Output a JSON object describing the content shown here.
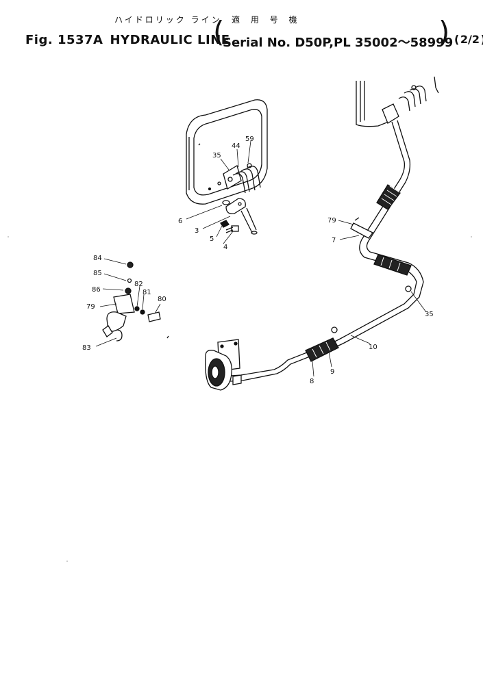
{
  "header": {
    "jp_title": "ハイドロリック ライン",
    "jp_sub": "適 用 号 機",
    "fig_label": "Fig. 1537A",
    "title": "HYDRAULIC LINE",
    "serial": "Serial No. D50P,PL 35002～58999",
    "sheet": "2/2"
  },
  "labels": {
    "l35a": "35",
    "l44": "44",
    "l59": "59",
    "l6": "6",
    "l3": "3",
    "l5": "5",
    "l4": "4",
    "l79a": "79",
    "l7": "7",
    "l35b": "35",
    "l10": "10",
    "l8": "8",
    "l9": "9",
    "l84": "84",
    "l85": "85",
    "l86": "86",
    "l82": "82",
    "l81": "81",
    "l79b": "79",
    "l80": "80",
    "l83": "83"
  }
}
